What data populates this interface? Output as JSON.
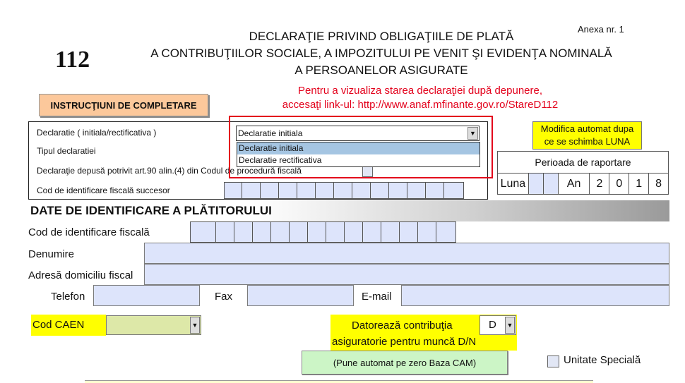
{
  "header": {
    "annex": "Anexa nr. 1",
    "form_number": "112",
    "title_line1": "DECLARAŢIE PRIVIND OBLIGAŢIILE DE PLATĂ",
    "title_line2": "A CONTRIBUŢIILOR SOCIALE, A IMPOZITULUI PE VENIT ŞI EVIDENŢA NOMINALĂ",
    "title_line3": "A PERSOANELOR ASIGURATE",
    "notice_line1": "Pentru a vizualiza starea declaraţiei după depunere,",
    "notice_line2": "accesaţi link-ul: http://www.anaf.mfinante.gov.ro/StareD112"
  },
  "instructions_button": "INSTRUCŢIUNI DE COMPLETARE",
  "declaration": {
    "type_label": "Declaratie ( initiala/rectificativa )",
    "tipul_label": "Tipul declaratiei",
    "art90_label": "Declaraţie depusă potrivit art.90 alin.(4) din Codul de procedură fiscală",
    "successor_label": "Cod de identificare fiscală succesor",
    "selected": "Declaratie initiala",
    "options": [
      "Declaratie initiala",
      "Declaratie rectificativa"
    ]
  },
  "modify_button": {
    "line1": "Modifica automat dupa",
    "line2": "ce se schimba LUNA"
  },
  "period": {
    "title": "Perioada de raportare",
    "luna_label": "Luna",
    "an_label": "An",
    "year_digits": [
      "2",
      "0",
      "1",
      "8"
    ]
  },
  "section_title": "DATE DE IDENTIFICARE A PLĂTITORULUI",
  "payer": {
    "cif_label": "Cod de identificare fiscală",
    "denumire_label": "Denumire",
    "adresa_label": "Adresă domiciliu fiscal",
    "telefon_label": "Telefon",
    "fax_label": "Fax",
    "email_label": "E-mail"
  },
  "caen_label": "Cod CAEN",
  "contribution": {
    "line1": "Datorează contribuţia",
    "line2": "asiguratorie pentru muncă D/N",
    "value": "D"
  },
  "pune_button": "(Pune automat pe zero Baza CAM)",
  "unitate_speciala_label": "Unitate Specială",
  "icons": {
    "dropdown": "chevron-down-icon"
  }
}
